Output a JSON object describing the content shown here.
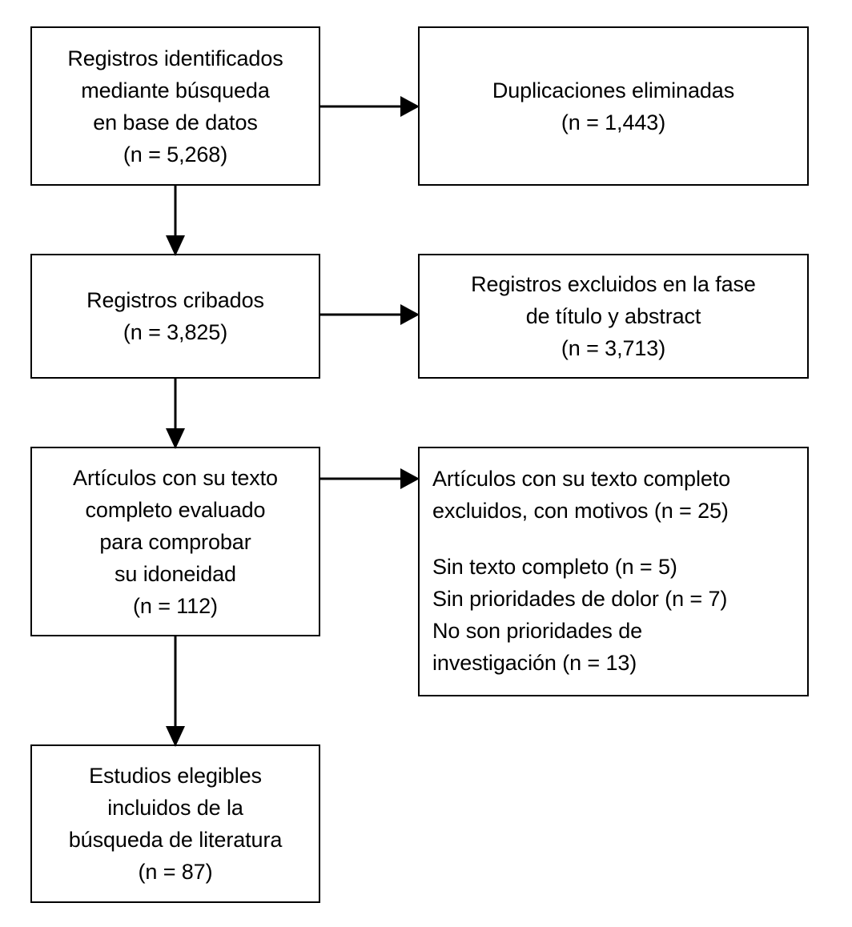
{
  "diagram": {
    "type": "prisma-flow-diagram",
    "language": "es",
    "background_color": "#ffffff",
    "stroke_color": "#000000",
    "text_color": "#000000",
    "nodes": {
      "identified": {
        "label": "Registros identificados\nmediante búsqueda\nen base de datos\n(n = 5,268)",
        "count": "5,268"
      },
      "duplicates": {
        "label": "Duplicaciones eliminadas\n(n = 1,443)",
        "count": "1,443"
      },
      "screened": {
        "label": "Registros cribados\n(n = 3,825)",
        "count": "3,825"
      },
      "excluded_title_abstract": {
        "label": "Registros excluidos en la fase\nde título y abstract\n(n = 3,713)",
        "count": "3,713"
      },
      "full_text_assessed": {
        "label": "Artículos con su texto\ncompleto evaluado\npara comprobar\nsu idoneidad\n(n = 112)",
        "count": "112"
      },
      "excluded_full_text": {
        "header": "Artículos con su texto completo\nexcluidos, con motivos (n = 25)",
        "count": "25",
        "reasons": [
          "Sin texto completo (n = 5)",
          "Sin prioridades de dolor (n = 7)",
          "No son prioridades de\ninvestigación (n = 13)"
        ]
      },
      "included": {
        "label": "Estudios elegibles\nincluidos de la\nbúsqueda de literatura\n(n = 87)",
        "count": "87"
      }
    },
    "connectors": [
      {
        "name": "identified-to-duplicates",
        "direction": "right"
      },
      {
        "name": "identified-to-screened",
        "direction": "down"
      },
      {
        "name": "screened-to-excluded-title-abstract",
        "direction": "right"
      },
      {
        "name": "screened-to-full-text",
        "direction": "down"
      },
      {
        "name": "full-text-to-excluded-full-text",
        "direction": "right"
      },
      {
        "name": "full-text-to-included",
        "direction": "down"
      }
    ]
  }
}
